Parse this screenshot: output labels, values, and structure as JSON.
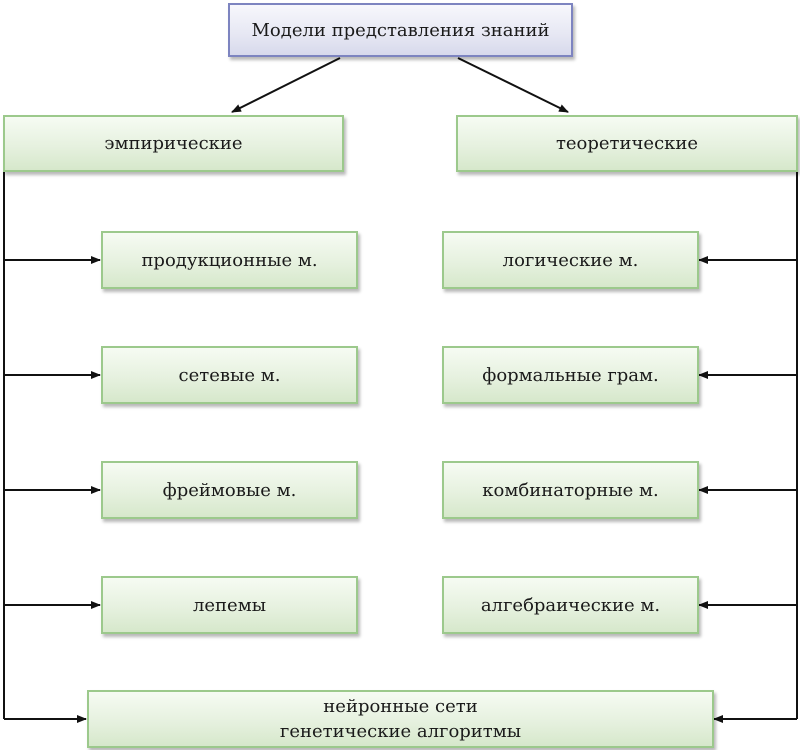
{
  "root": "Модели представления знаний",
  "categories": {
    "left": "эмпирические",
    "right": "теоретические"
  },
  "left_models": [
    "продукционные м.",
    "сетевые м.",
    "фреймовые м.",
    "лепемы"
  ],
  "right_models": [
    "логические м.",
    "формальные грам.",
    "комбинаторные м.",
    "алгебраические м."
  ],
  "bottom": {
    "line1": "нейронные сети",
    "line2": "генетические алгоритмы"
  },
  "colors": {
    "box_border": "#9cc98c",
    "root_border": "#7d84c0",
    "line": "#111111"
  }
}
